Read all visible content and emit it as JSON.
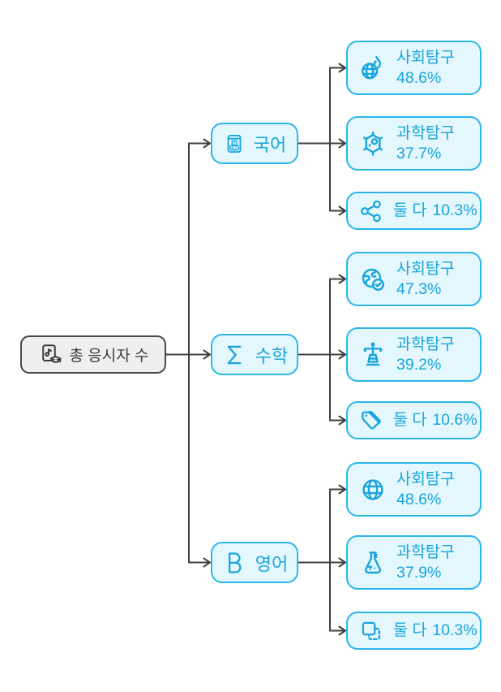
{
  "diagram": {
    "type": "tree-flowchart",
    "direction": "left-to-right",
    "root": {
      "label": "총 응시자 수",
      "icon": "music-document-graduation-icon"
    },
    "branches": [
      {
        "label": "국어",
        "icon": "dictionary-book-icon",
        "children": [
          {
            "label": "사회탐구",
            "value": "48.6%",
            "icon": "globe-fire-icon"
          },
          {
            "label": "과학탐구",
            "value": "37.7%",
            "icon": "microbe-icon"
          },
          {
            "label": "둘 다",
            "value": "10.3%",
            "icon": "share-network-icon"
          }
        ]
      },
      {
        "label": "수학",
        "icon": "sigma-icon",
        "children": [
          {
            "label": "사회탐구",
            "value": "47.3%",
            "icon": "globe-check-icon"
          },
          {
            "label": "과학탐구",
            "value": "39.2%",
            "icon": "balance-scale-icon"
          },
          {
            "label": "둘 다",
            "value": "10.6%",
            "icon": "price-tags-icon"
          }
        ]
      },
      {
        "label": "영어",
        "icon": "letter-b-icon",
        "children": [
          {
            "label": "사회탐구",
            "value": "48.6%",
            "icon": "globe-wireframe-icon"
          },
          {
            "label": "과학탐구",
            "value": "37.9%",
            "icon": "flask-icon"
          },
          {
            "label": "둘 다",
            "value": "10.3%",
            "icon": "overlap-squares-icon"
          }
        ]
      }
    ]
  },
  "colors": {
    "accent_border": "#2bb6ea",
    "accent_fill": "#e4f7fd",
    "accent_text": "#19a5dc",
    "root_border": "#474747",
    "root_fill": "#efefef",
    "root_text": "#3d3d3d",
    "connector_line": "#3f3f3f",
    "background": "#ffffff"
  }
}
